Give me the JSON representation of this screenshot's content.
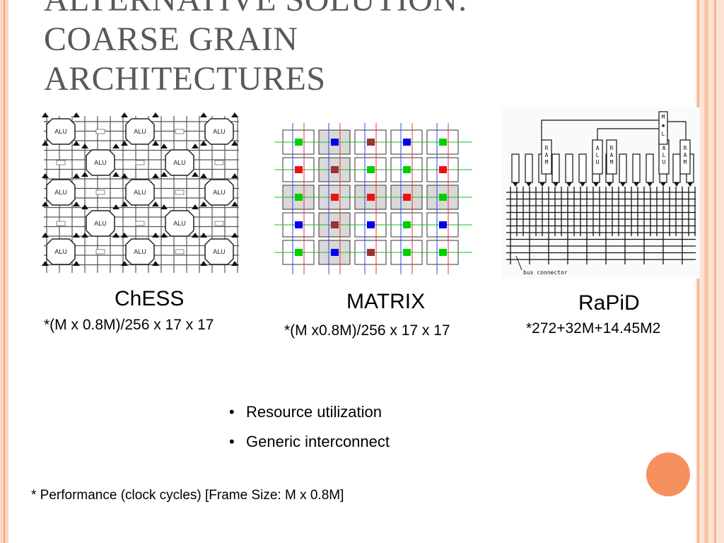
{
  "slide": {
    "title_lines": [
      "ALTERNATIVE SOLUTION:",
      "COARSE GRAIN",
      "ARCHITECTURES"
    ],
    "architectures": [
      {
        "name": "ChESS",
        "formula": "*(M x 0.8M)/256 x 17 x 17"
      },
      {
        "name": "MATRIX",
        "formula": "*(M x0.8M)/256 x 17 x 17"
      },
      {
        "name": "RaPiD",
        "formula": "*272+32M+14.45M2"
      }
    ],
    "chess_cell_label": "ALU",
    "rapid_blocks": {
      "ram": "RAM",
      "alu": "ALU",
      "mult": "M✱L",
      "bus_connector": "bus connector"
    },
    "bullets": [
      "Resource utilization",
      "Generic interconnect"
    ],
    "footnote": "* Performance (clock cycles) [Frame Size: M x 0.8M]"
  },
  "colors": {
    "title": "#58595b",
    "accent_circle": "#f6915f",
    "matrix_green": "#00d000",
    "matrix_red": "#ee1111",
    "matrix_blue": "#0000ee",
    "matrix_maroon": "#993333"
  }
}
